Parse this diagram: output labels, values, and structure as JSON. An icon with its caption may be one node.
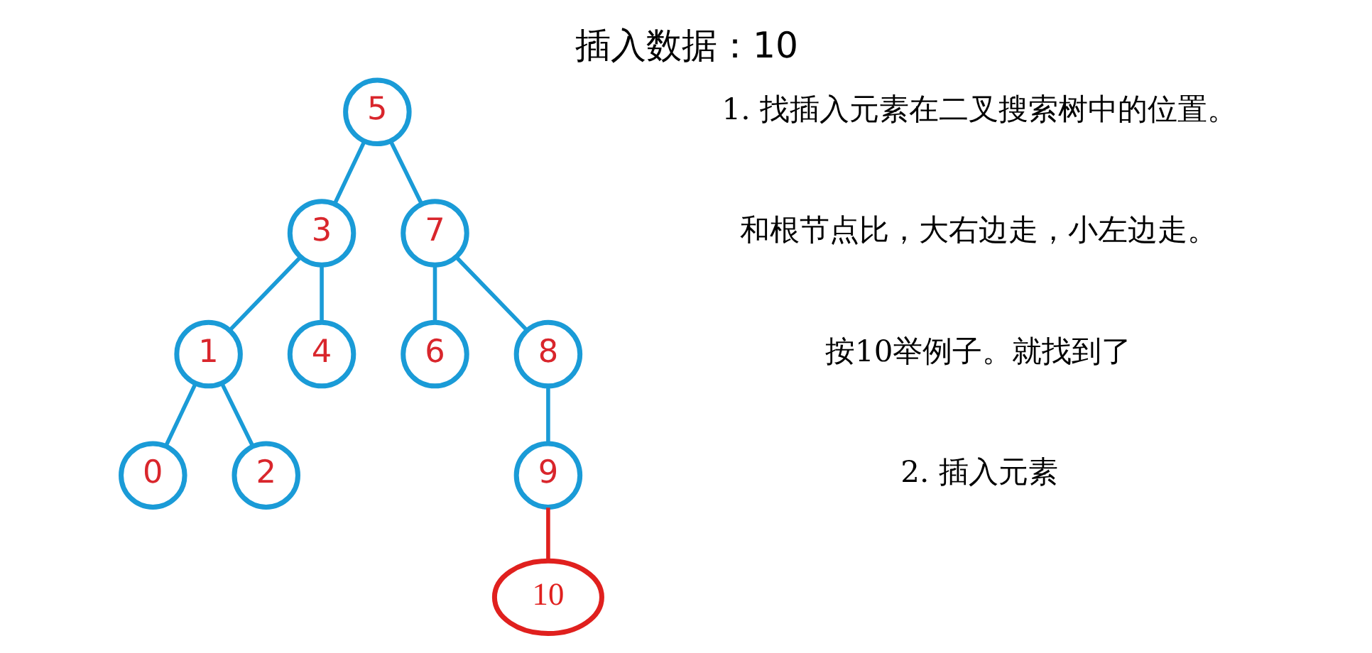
{
  "diagram": {
    "title": "插入数据：10",
    "nodes": [
      {
        "text": [
          "5"
        ]
      },
      {
        "text": [
          "3"
        ]
      },
      {
        "text": [
          "7"
        ]
      },
      {
        "text": [
          "1"
        ]
      },
      {
        "text": [
          "4"
        ]
      },
      {
        "text": [
          "6"
        ]
      },
      {
        "text": [
          "8"
        ]
      },
      {
        "text": [
          "0"
        ]
      },
      {
        "text": [
          "2"
        ]
      },
      {
        "text": [
          "9"
        ]
      },
      {
        "text": [
          "10"
        ]
      }
    ],
    "edges": [
      {
        "from": 0,
        "to": 1,
        "arrow": "none"
      },
      {
        "from": 0,
        "to": 2,
        "arrow": "none"
      },
      {
        "from": 1,
        "to": 3,
        "arrow": "none"
      },
      {
        "from": 1,
        "to": 4,
        "arrow": "none"
      },
      {
        "from": 2,
        "to": 5,
        "arrow": "none"
      },
      {
        "from": 2,
        "to": 6,
        "arrow": "none"
      },
      {
        "from": 3,
        "to": 7,
        "arrow": "none"
      },
      {
        "from": 3,
        "to": 8,
        "arrow": "none"
      },
      {
        "from": 6,
        "to": 9,
        "arrow": "none"
      },
      {
        "from": 9,
        "to": 10,
        "arrow": "none",
        "color": "#e0201e"
      }
    ],
    "labels": [
      "1. 找插入元素在二叉搜索树中的位置。",
      "和根节点比，大右边走，小左边走。",
      "按10举例子。就找到了",
      "2. 插入元素"
    ]
  }
}
